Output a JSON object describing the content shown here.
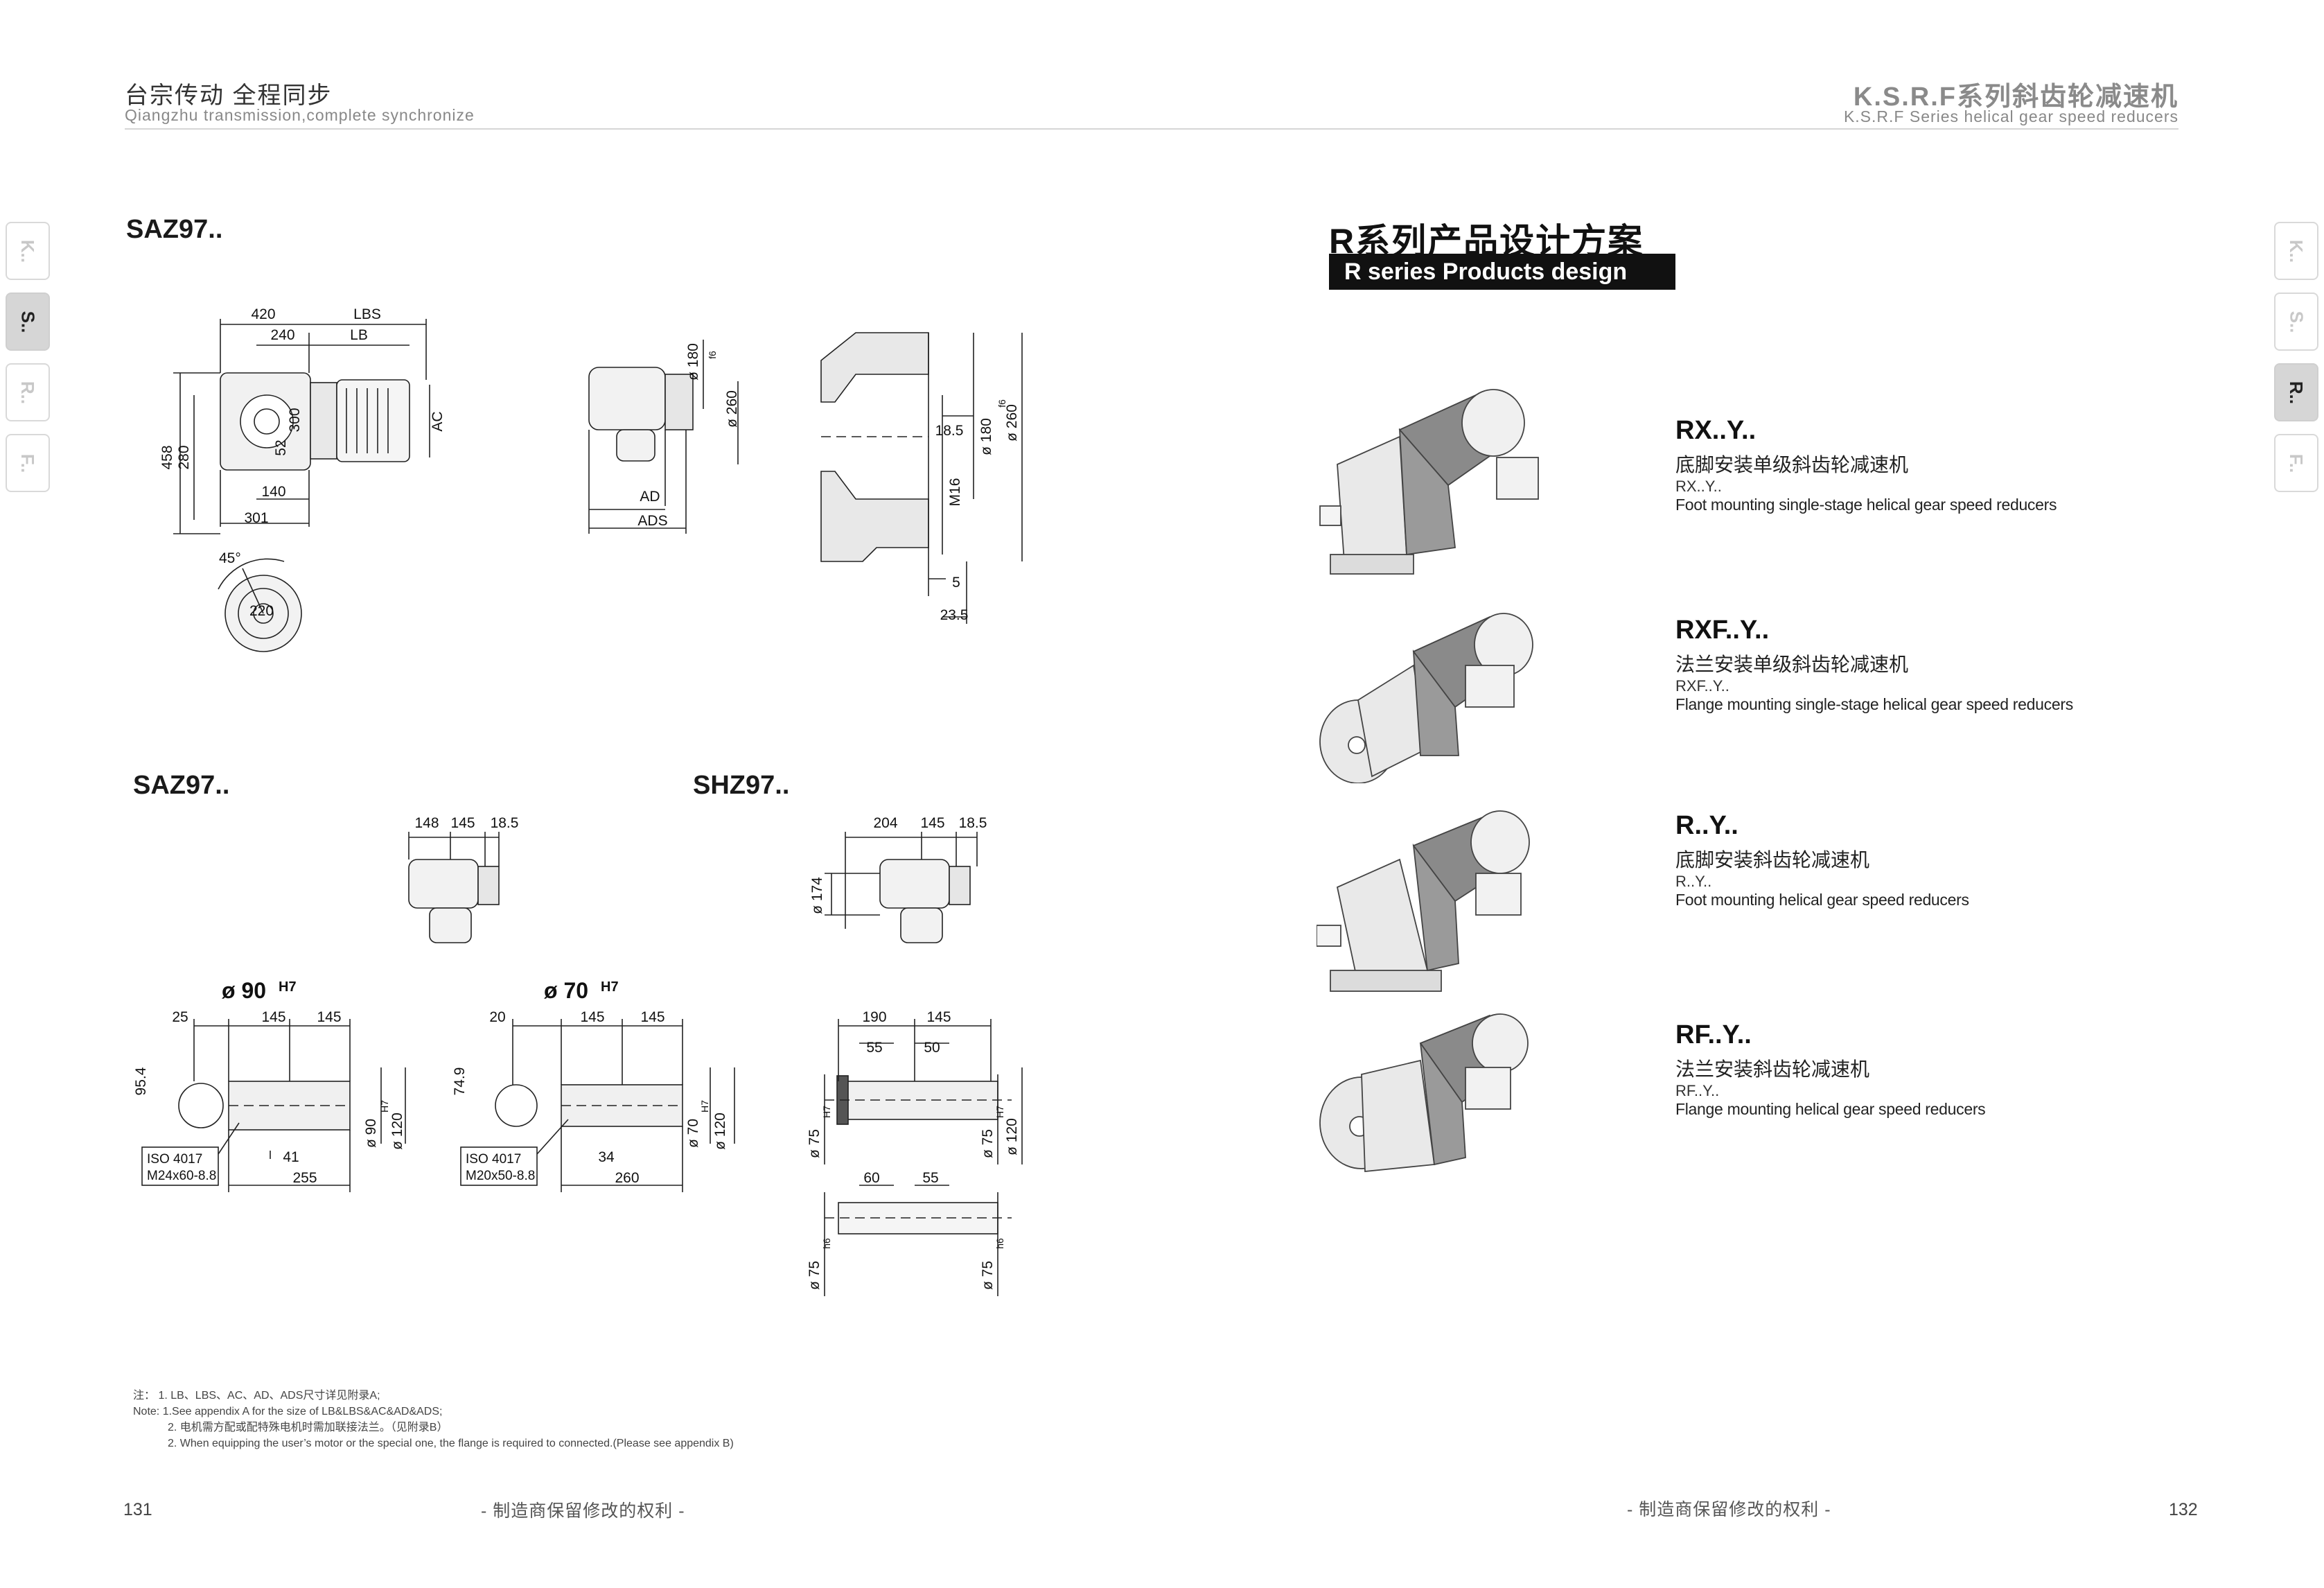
{
  "header": {
    "left_cn": "台宗传动   全程同步",
    "left_en": "Qiangzhu transmission,complete synchronize",
    "right_cn": "K.S.R.F系列斜齿轮减速机",
    "right_en": "K.S.R.F Series helical gear speed reducers"
  },
  "left_tabs": [
    {
      "label": "K..",
      "active": false
    },
    {
      "label": "S..",
      "active": true
    },
    {
      "label": "R..",
      "active": false
    },
    {
      "label": "F..",
      "active": false
    }
  ],
  "right_tabs": [
    {
      "label": "K..",
      "active": false
    },
    {
      "label": "S..",
      "active": false
    },
    {
      "label": "R..",
      "active": true
    },
    {
      "label": "F..",
      "active": false
    }
  ],
  "left_page": {
    "model_top": "SAZ97..",
    "model_mid_left": "SAZ97..",
    "model_mid_right": "SHZ97..",
    "dims_main": [
      "420",
      "LBS",
      "240",
      "LB",
      "458",
      "280",
      "52",
      "300",
      "AC",
      "140",
      "301",
      "45°",
      "220"
    ],
    "dims_side": [
      "ø 180",
      "f6",
      "ø 260",
      "AD",
      "ADS"
    ],
    "dims_flange": [
      "18.5",
      "ø 180",
      "f6",
      "ø 260",
      "M16",
      "5",
      "23.5"
    ],
    "dims_saz_top": [
      "148",
      "145",
      "18.5"
    ],
    "dims_shz_top": [
      "204",
      "145",
      "18.5",
      "ø 174"
    ],
    "shaft1": {
      "dia": "ø 90",
      "tol": "H7",
      "dims": [
        "25",
        "145",
        "145",
        "95.4",
        "41",
        "255",
        "ø 90",
        "H7",
        "ø 120"
      ],
      "iso": "ISO 4017",
      "bolt": "M24x60-8.8"
    },
    "shaft2": {
      "dia": "ø 70",
      "tol": "H7",
      "dims": [
        "20",
        "145",
        "145",
        "74.9",
        "34",
        "260",
        "ø 70",
        "H7",
        "ø 120"
      ],
      "iso": "ISO 4017",
      "bolt": "M20x50-8.8"
    },
    "shaft3": {
      "dims": [
        "190",
        "145",
        "55",
        "50",
        "ø 75",
        "H7",
        "ø 75",
        "H7",
        "ø 120",
        "60",
        "55",
        "ø 75",
        "h6",
        "ø 75",
        "h6"
      ]
    },
    "notes": [
      "注：  1. LB、LBS、AC、AD、ADS尺寸详见附录A;",
      "Note: 1.See appendix A for the size of LB&LBS&AC&AD&ADS;",
      "2. 电机需方配或配特殊电机时需加联接法兰。（见附录B）",
      "2. When equipping the user’s motor or the special one, the flange is required to connected.(Please see appendix B)"
    ],
    "page_number": "131",
    "footer": "- 制造商保留修改的权利 -"
  },
  "right_page": {
    "title_cn": "R系列产品设计方案",
    "title_en": "R series Products design",
    "products": [
      {
        "code": "RX..Y..",
        "cn": "底脚安装单级斜齿轮减速机",
        "sub": "RX..Y..",
        "en": "Foot mounting single-stage helical gear speed reducers"
      },
      {
        "code": "RXF..Y..",
        "cn": "法兰安装单级斜齿轮减速机",
        "sub": "RXF..Y..",
        "en": "Flange mounting single-stage helical gear speed reducers"
      },
      {
        "code": "R..Y..",
        "cn": "底脚安装斜齿轮减速机",
        "sub": "R..Y..",
        "en": "Foot mounting helical gear speed reducers"
      },
      {
        "code": "RF..Y..",
        "cn": "法兰安装斜齿轮减速机",
        "sub": "RF..Y..",
        "en": "Flange mounting helical gear speed reducers"
      }
    ],
    "page_number": "132",
    "footer": "- 制造商保留修改的权利 -"
  }
}
